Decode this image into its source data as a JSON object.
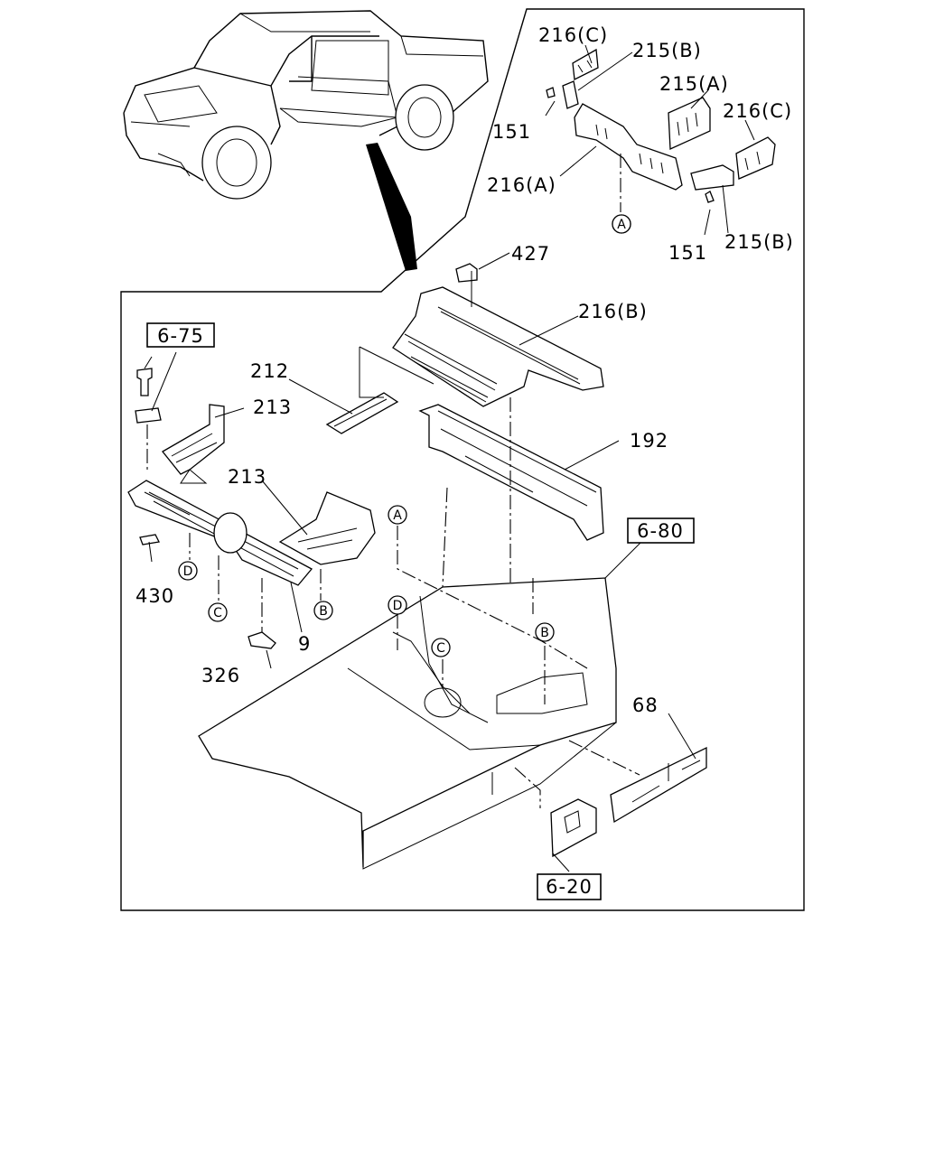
{
  "callouts": {
    "c216c_top": "216(C)",
    "c215b_top": "215(B)",
    "c215a": "215(A)",
    "c216c_right": "216(C)",
    "c151_left": "151",
    "c216a": "216(A)",
    "c151_bottom": "151",
    "c215b_bottom": "215(B)",
    "c427": "427",
    "c216b": "216(B)",
    "c212": "212",
    "c213_upper": "213",
    "c192": "192",
    "c213_lower": "213",
    "c430": "430",
    "c9": "9",
    "c326": "326",
    "c68": "68"
  },
  "section_refs": {
    "ref_6_75": "6-75",
    "ref_6_80": "6-80",
    "ref_6_20": "6-20"
  },
  "connectors": {
    "A": "A",
    "B": "B",
    "C": "C",
    "D": "D"
  },
  "colors": {
    "line": "#000000",
    "background": "#ffffff"
  }
}
